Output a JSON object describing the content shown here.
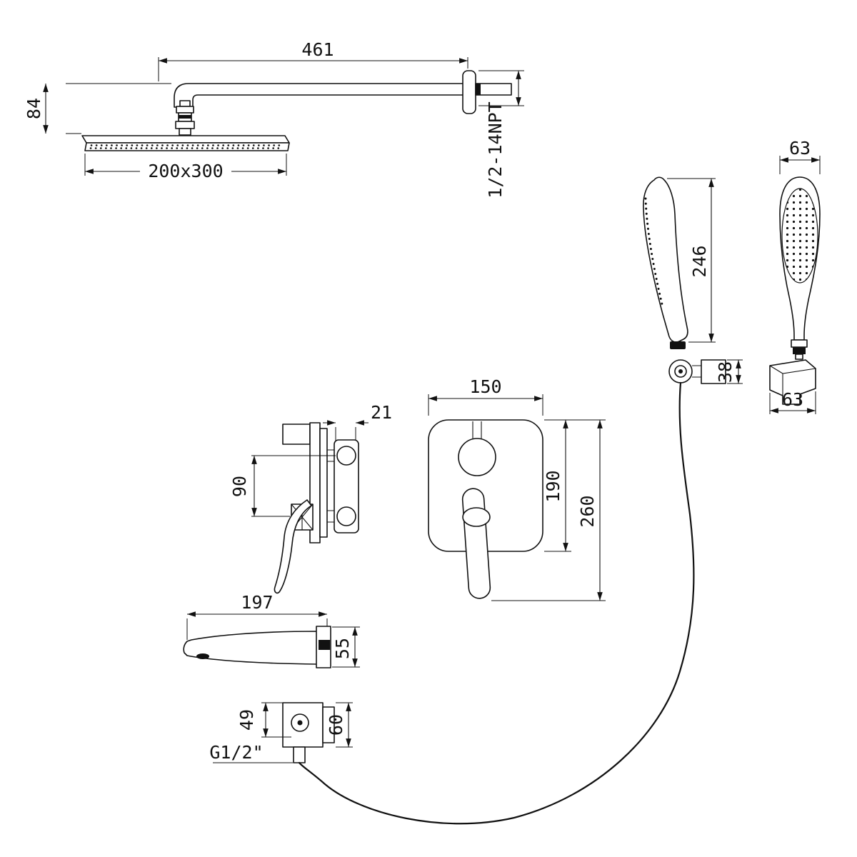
{
  "drawing": {
    "labels": {
      "arm_length": "461",
      "head_offset": "84",
      "head_size": "200x300",
      "wall_thread": "1/2-14NPT",
      "handshower_width": "63",
      "handshower_length": "246",
      "outlet_depth": "38",
      "bracket_width": "63",
      "valve_trim_depth": "21",
      "valve_port_spacing": "90",
      "plate_width": "150",
      "plate_height": "190",
      "valve_overall_height": "260",
      "spout_length": "197",
      "spout_height": "55",
      "elbow_height": "49",
      "elbow_width": "60",
      "hose_thread": "G1/2\""
    }
  }
}
